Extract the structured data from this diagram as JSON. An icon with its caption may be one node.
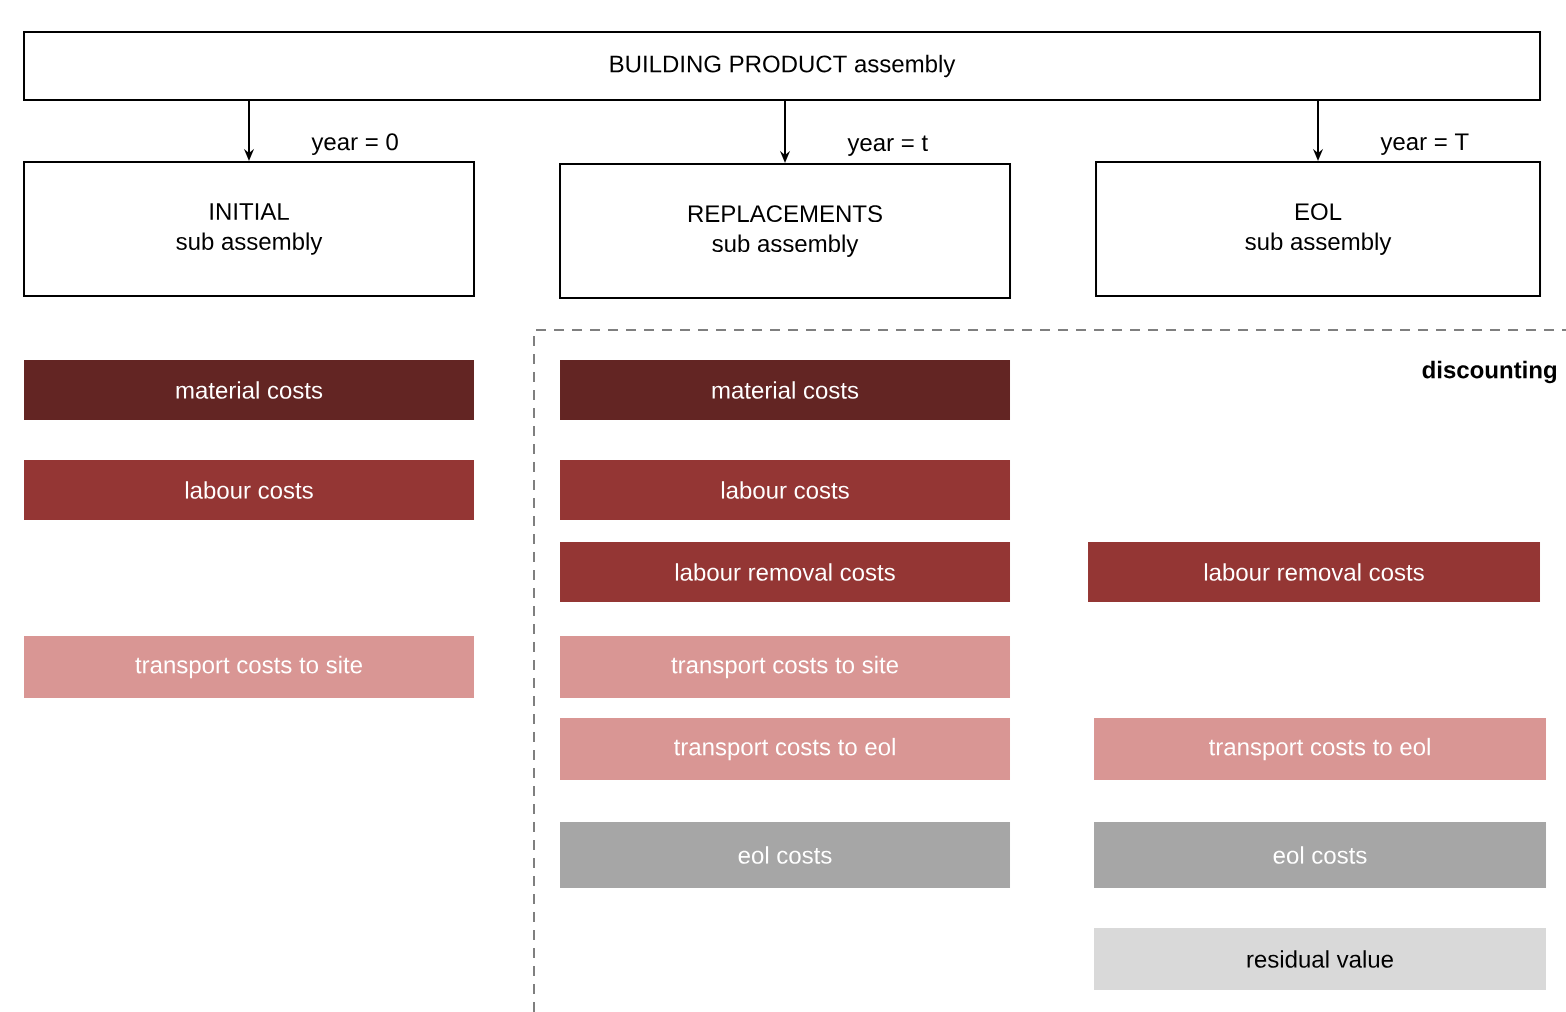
{
  "diagram": {
    "nodes": [
      {
        "text": [
          "BUILDING PRODUCT assembly"
        ]
      },
      {
        "text": [
          "INITIAL",
          "sub assembly"
        ]
      },
      {
        "text": [
          "REPLACEMENTS",
          "sub assembly"
        ]
      },
      {
        "text": [
          "EOL",
          "sub assembly"
        ]
      },
      {
        "text": [
          "material costs"
        ]
      },
      {
        "text": [
          "material costs"
        ]
      },
      {
        "text": [
          "labour costs"
        ]
      },
      {
        "text": [
          "labour costs"
        ]
      },
      {
        "text": [
          "labour removal costs"
        ]
      },
      {
        "text": [
          "labour removal costs"
        ]
      },
      {
        "text": [
          "transport costs to site"
        ]
      },
      {
        "text": [
          "transport costs to site"
        ]
      },
      {
        "text": [
          "transport costs to eol"
        ]
      },
      {
        "text": [
          "transport costs to eol"
        ]
      },
      {
        "text": [
          "eol costs"
        ]
      },
      {
        "text": [
          "eol costs"
        ]
      },
      {
        "text": [
          "residual value"
        ]
      }
    ],
    "edges": [
      {
        "from": 0,
        "to": 1,
        "arrow": "to",
        "label": "year = 0"
      },
      {
        "from": 0,
        "to": 2,
        "arrow": "to",
        "label": "year = t"
      },
      {
        "from": 0,
        "to": 3,
        "arrow": "to",
        "label": "year = T"
      }
    ],
    "labels": [
      "discounting"
    ]
  }
}
